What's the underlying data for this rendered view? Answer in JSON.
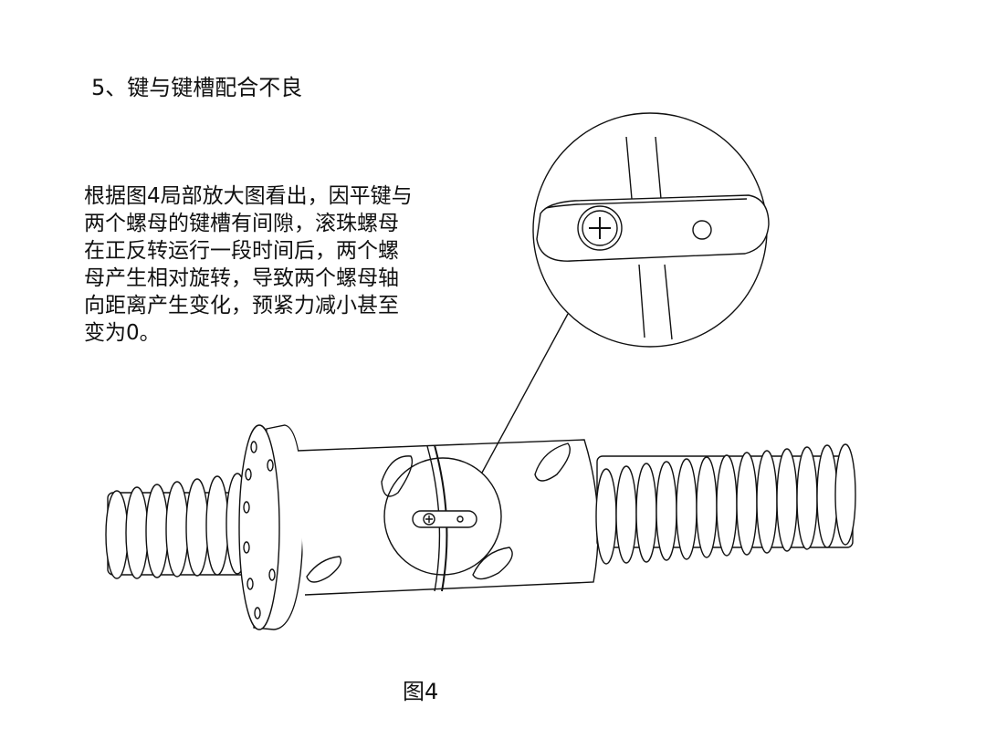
{
  "heading": "5、键与键槽配合不良",
  "paragraph_lines": [
    "根据图4局部放大图看出，因平键与",
    "两个螺母的键槽有间隙，滚珠螺母",
    "在正反转运行一段时间后，两个螺",
    "母产生相对旋转，导致两个螺母轴",
    "向距离产生变化，预紧力减小甚至",
    "变为0。"
  ],
  "figure_caption": "图4",
  "icons": {
    "figure": "ball-screw-nut-drawing",
    "callout": "magnified-key-detail-circle"
  }
}
